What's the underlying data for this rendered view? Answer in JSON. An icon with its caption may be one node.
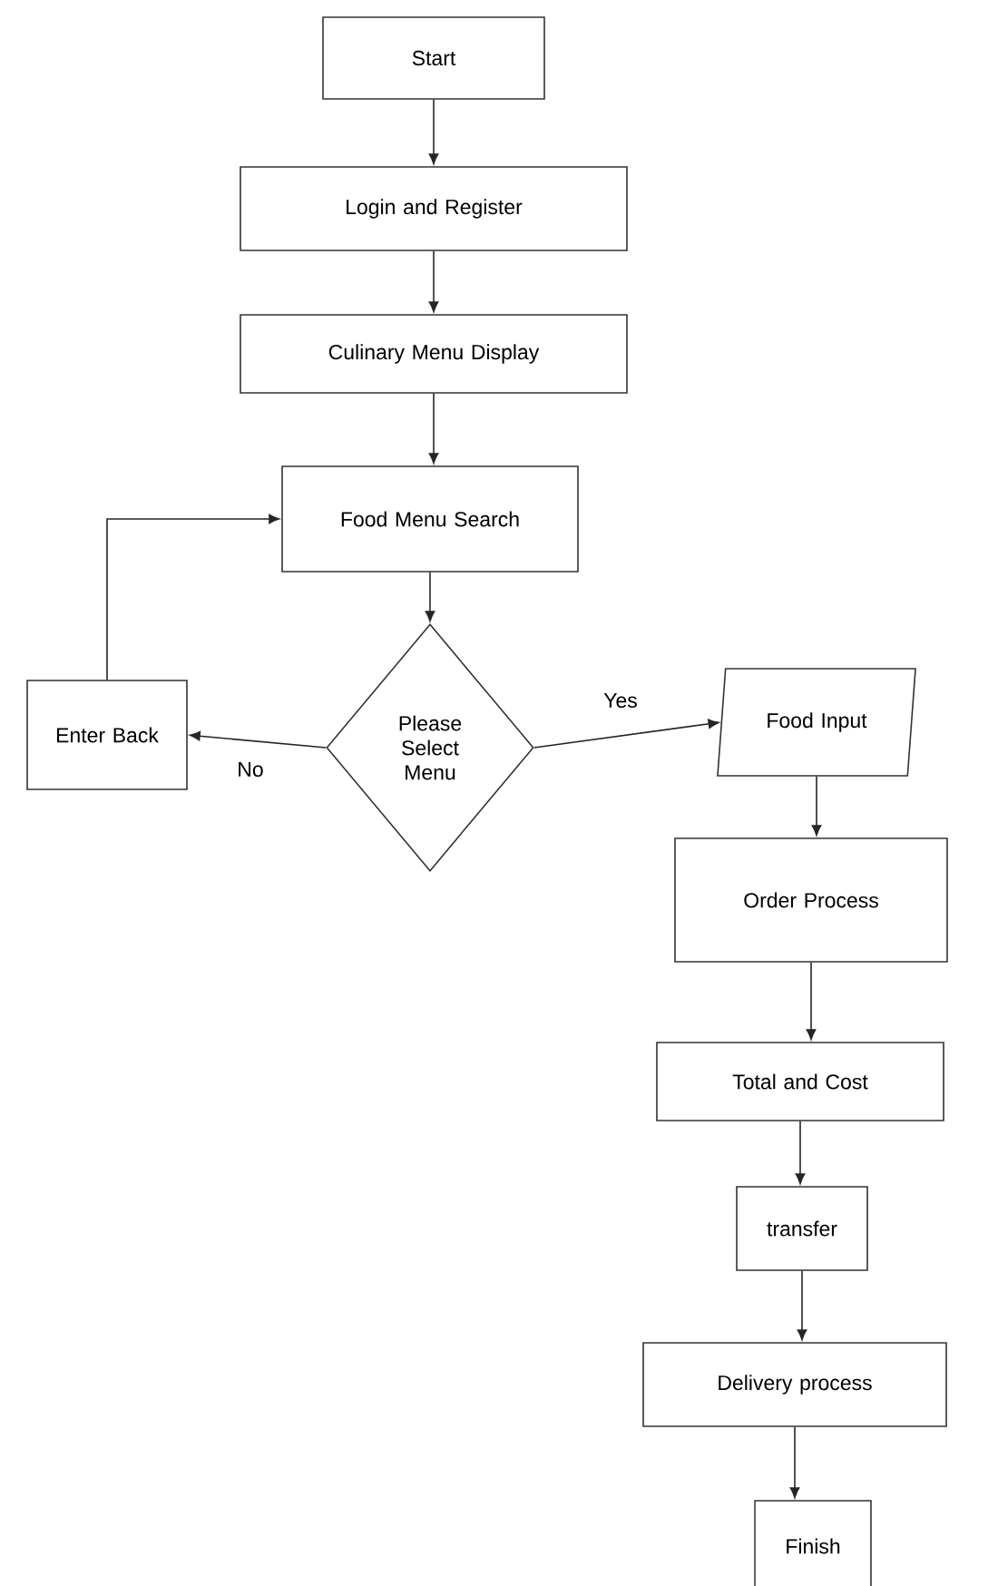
{
  "diagram": {
    "nodes": [
      {
        "text": [
          "Start"
        ]
      },
      {
        "text": [
          "Login and Register"
        ]
      },
      {
        "text": [
          "Culinary Menu Display"
        ]
      },
      {
        "text": [
          "Food Menu Search"
        ]
      },
      {
        "text": [
          "Please Select Menu"
        ]
      },
      {
        "text": [
          "Enter Back"
        ]
      },
      {
        "text": [
          "Food Input"
        ]
      },
      {
        "text": [
          "Order Process"
        ]
      },
      {
        "text": [
          "Total and Cost"
        ]
      },
      {
        "text": [
          "transfer"
        ]
      },
      {
        "text": [
          "Delivery process"
        ]
      },
      {
        "text": [
          "Finish"
        ]
      }
    ],
    "edges": [
      {
        "from": 0,
        "to": 1,
        "arrow": "to"
      },
      {
        "from": 1,
        "to": 2,
        "arrow": "to"
      },
      {
        "from": 2,
        "to": 3,
        "arrow": "to"
      },
      {
        "from": 3,
        "to": 4,
        "arrow": "to"
      },
      {
        "from": 4,
        "to": 5,
        "arrow": "to",
        "label": "No"
      },
      {
        "from": 4,
        "to": 6,
        "arrow": "to",
        "label": "Yes"
      },
      {
        "from": 5,
        "to": 3,
        "arrow": "to"
      },
      {
        "from": 6,
        "to": 7,
        "arrow": "to"
      },
      {
        "from": 7,
        "to": 8,
        "arrow": "to"
      },
      {
        "from": 8,
        "to": 9,
        "arrow": "to"
      },
      {
        "from": 9,
        "to": 10,
        "arrow": "to"
      },
      {
        "from": 10,
        "to": 11,
        "arrow": "to"
      }
    ]
  }
}
